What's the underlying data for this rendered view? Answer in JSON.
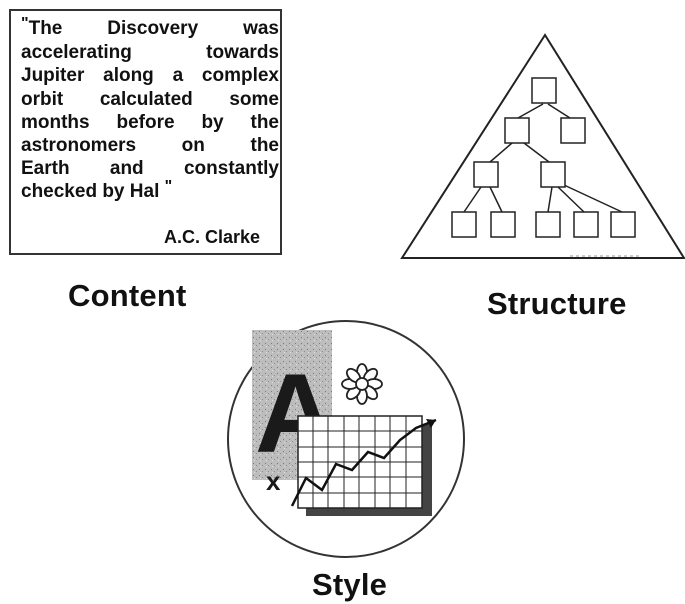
{
  "quote": {
    "open_mark": "\"",
    "lines": [
      "The Discovery was",
      "accelerating towards",
      "Jupiter along a complex",
      "orbit calculated some",
      "months before by the",
      "astronomers on the",
      "Earth and constantly",
      "checked by Hal"
    ],
    "close_mark": "\"",
    "author": "A.C. Clarke"
  },
  "labels": {
    "content": "Content",
    "structure": "Structure",
    "style": "Style"
  },
  "style_icon": {
    "letter": "A",
    "small_letter": "x"
  }
}
